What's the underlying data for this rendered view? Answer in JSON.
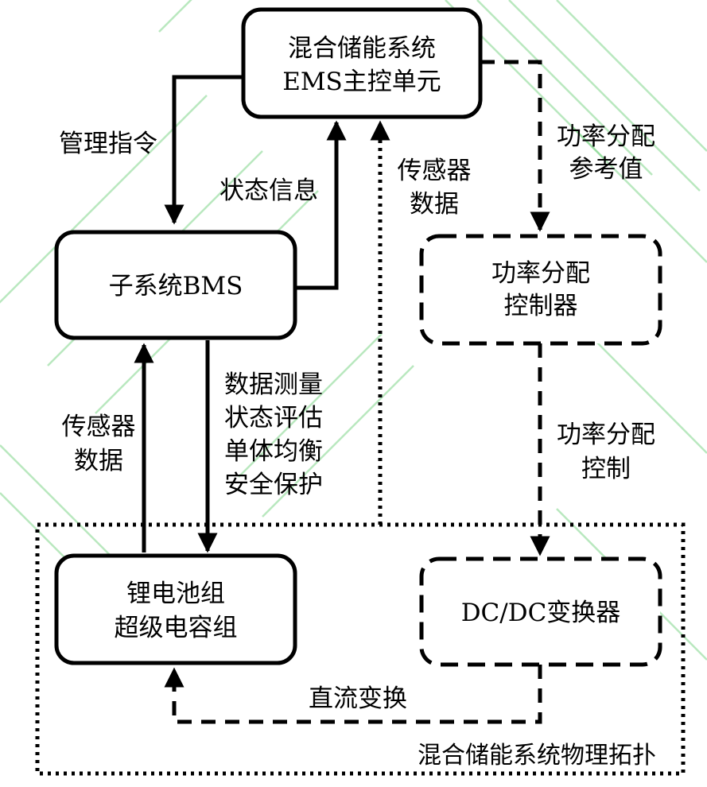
{
  "nodes": {
    "ems": {
      "line1": "混合储能系统",
      "line2": "EMS主控单元"
    },
    "bms": {
      "label": "子系统BMS"
    },
    "pdc": {
      "line1": "功率分配",
      "line2": "控制器"
    },
    "battery": {
      "line1": "锂电池组",
      "line2": "超级电容组"
    },
    "dcdc": {
      "label": "DC/DC变换器"
    }
  },
  "edges": {
    "mgmt_cmd": "管理指令",
    "status_info": "状态信息",
    "sensor_ems": {
      "line1": "传感器",
      "line2": "数据"
    },
    "power_ref": {
      "line1": "功率分配",
      "line2": "参考值"
    },
    "sensor_bms": {
      "line1": "传感器",
      "line2": "数据"
    },
    "bms_funcs": [
      "数据测量",
      "状态评估",
      "单体均衡",
      "安全保护"
    ],
    "power_ctrl": {
      "line1": "功率分配",
      "line2": "控制"
    },
    "dc_transform": "直流变换"
  },
  "frame": {
    "label": "混合储能系统物理拓扑"
  }
}
